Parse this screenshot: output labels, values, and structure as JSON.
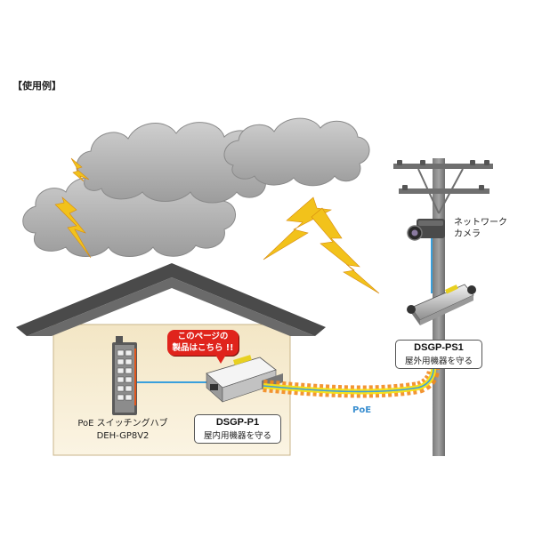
{
  "title": "【使用例】",
  "camera": {
    "line1": "ネットワーク",
    "line2": "カメラ"
  },
  "outdoor_device": {
    "code": "DSGP-PS1",
    "description": "屋外用機器を守る"
  },
  "indoor_device": {
    "code": "DSGP-P1",
    "description": "屋内用機器を守る"
  },
  "switch": {
    "line1": "PoE スイッチングハブ",
    "line2": "DEH-GP8V2"
  },
  "callout": {
    "line1": "このページの",
    "line2": "製品はこちら !!"
  },
  "poe_label": "PoE",
  "colors": {
    "cable": "#3aa0dc",
    "poe_label": "#3a8fd0",
    "surge_orange": "#f28a1e",
    "surge_yellow": "#f4e318",
    "lightning": "#f2c21b",
    "cloud": "#b9b9b9",
    "roof": "#4a4a4a",
    "wall": "#f7ecd0",
    "pole": "#8a8a8a",
    "callout_red": "#e0241c"
  }
}
